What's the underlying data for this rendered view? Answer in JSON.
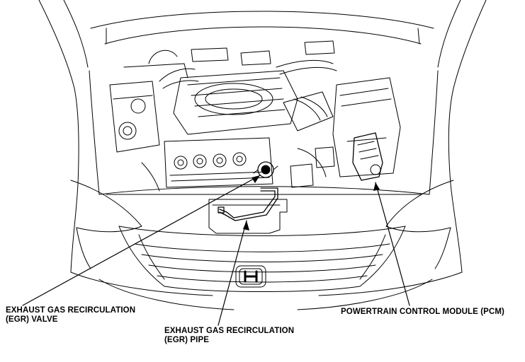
{
  "labels": {
    "egr_valve_line1": "EXHAUST GAS RECIRCULATION",
    "egr_valve_line2": "(EGR) VALVE",
    "egr_pipe_line1": "EXHAUST GAS RECIRCULATION",
    "egr_pipe_line2": "(EGR) PIPE",
    "pcm": "POWERTRAIN CONTROL MODULE (PCM)"
  },
  "colors": {
    "line": "#000000",
    "background": "#ffffff"
  }
}
